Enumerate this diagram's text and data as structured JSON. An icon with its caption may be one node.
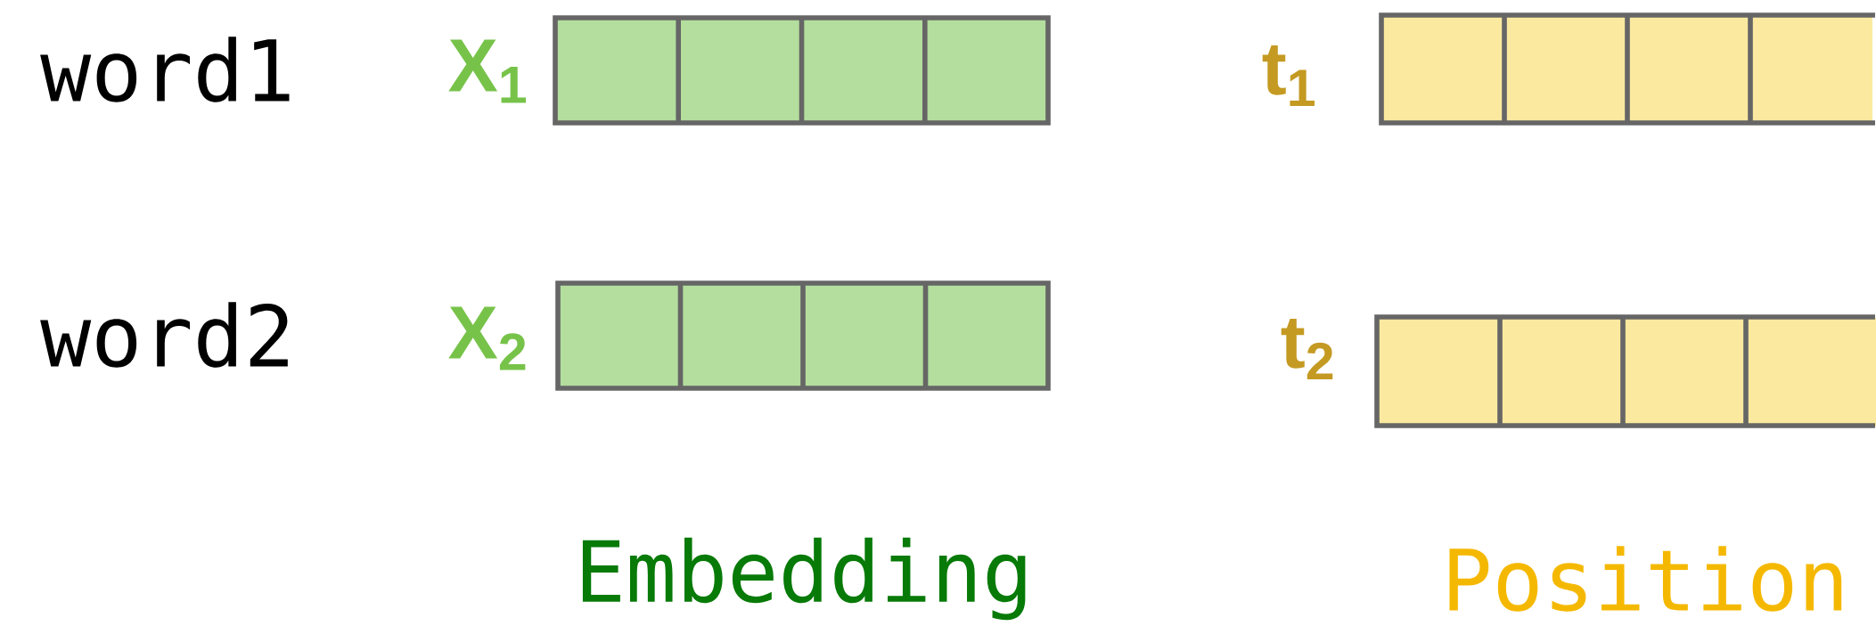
{
  "diagram": {
    "nodes": [
      {
        "text": [],
        "shape": "bar",
        "beside": [
          "X$_{1}$"
        ]
      },
      {
        "text": [],
        "shape": "bar",
        "beside": [
          "t$_{1}$"
        ]
      },
      {
        "text": [],
        "shape": "bar",
        "beside": [
          "X$_{2}$"
        ]
      },
      {
        "text": [],
        "shape": "bar",
        "beside": [
          "t$_{2}$"
        ]
      }
    ],
    "labels": [
      "word1",
      "word2",
      "Embedding",
      "Position"
    ]
  }
}
